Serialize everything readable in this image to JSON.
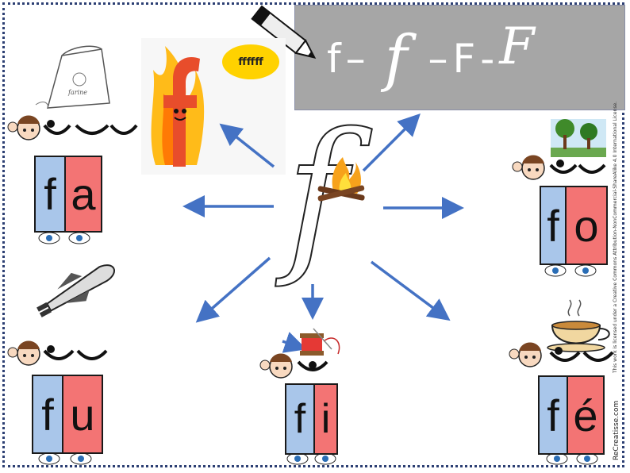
{
  "banner": {
    "g1": "f",
    "dash1": "–",
    "g2": "f",
    "dash2": "–",
    "g3": "F",
    "dash3": "-",
    "g4": "F"
  },
  "center_letter": "f",
  "bubble_text": "ffffff",
  "fire_letter": "f",
  "flour_label": "farine",
  "syllables": [
    {
      "consonant": "f",
      "vowel": "a"
    },
    {
      "consonant": "f",
      "vowel": "o"
    },
    {
      "consonant": "f",
      "vowel": "u"
    },
    {
      "consonant": "f",
      "vowel": "i"
    },
    {
      "consonant": "f",
      "vowel": "é"
    }
  ],
  "license_text": "This work is licensed under a Creative Commons Attribution-NonCommercial-ShareAlike 4.0 International License.",
  "site_text": "ReCreatisse.com",
  "colors": {
    "consonant": "#a9c6ea",
    "vowel": "#f37474",
    "arrow": "#4472c4",
    "banner": "#a6a6a6"
  }
}
